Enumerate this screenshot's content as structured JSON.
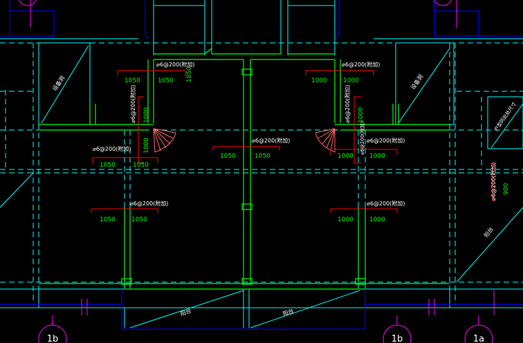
{
  "drawing": {
    "background": "#000000",
    "colors": {
      "structure_wall": "#00ff00",
      "axis_line_cyan": "#00ffff",
      "boundary_blue": "#0000ff",
      "rebar_red": "#ff0000",
      "dimension_text_green": "#00ff00",
      "label_white": "#ffffff",
      "axis_magenta": "#ff00ff"
    },
    "annotations": {
      "rebar_label_1": "⌀6@200(附加)",
      "rebar_label_2": "⌀6@200(附加)",
      "rebar_label_3": "⌀6@200(附加)",
      "rebar_label_4": "⌀6@200(附加)",
      "rebar_label_5": "⌀6@200(附加)",
      "rebar_label_6": "⌀6@200(附加)",
      "rebar_label_7": "⌀6@200(附加)",
      "rebar_label_8": "⌀6@200(附加)",
      "rebar_label_9": "⌀6@200(附加)",
      "rebar_label_10": "⌀6@200(附加)",
      "rebar_label_11": "⌀6@200(附加)"
    },
    "dimensions": {
      "d1a": "1050",
      "d1b": "1050",
      "d1c": "1050",
      "d2a": "1000",
      "d2b": "1000",
      "d2c": "1000",
      "d3a": "1000",
      "d4a": "1050",
      "d4b": "1050",
      "d5a": "1050",
      "d5b": "1050",
      "d6a": "1000",
      "d6b": "1000",
      "d7a": "1050",
      "d7b": "1050",
      "d8a": "1000",
      "d8b": "1000",
      "d9a": "1000",
      "d10a": "900"
    },
    "room_labels": {
      "left_void": "设备洞",
      "right_void": "设备洞",
      "right_edge_note": "户型同此处尺寸",
      "balcony_left": "阳台",
      "balcony_right": "阳台",
      "balcony_far_right": "阳台"
    },
    "axis_bubbles": {
      "axis_1b_left": "1b",
      "axis_1b_right": "1b",
      "axis_1a": "1a"
    }
  }
}
